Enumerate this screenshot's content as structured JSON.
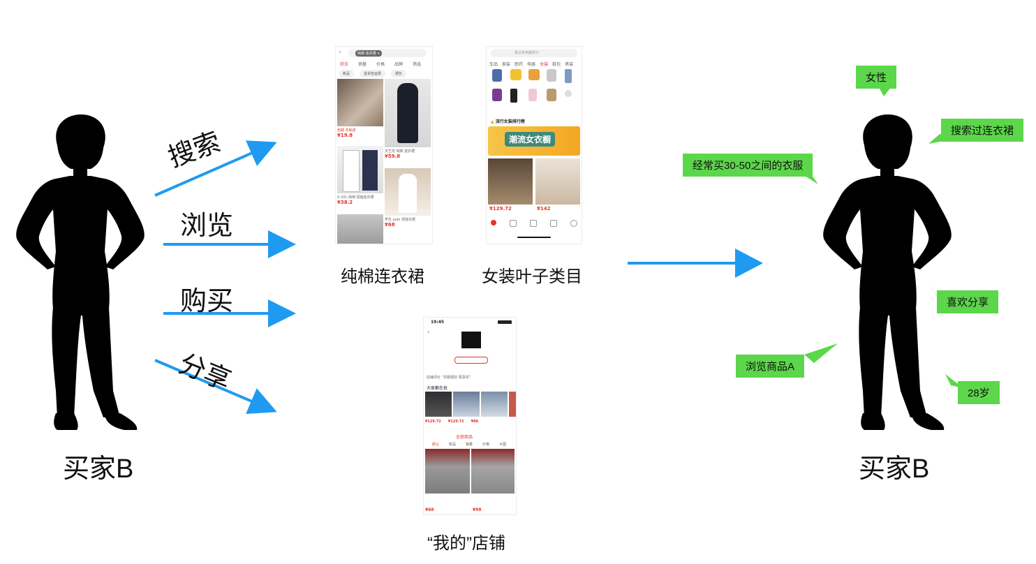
{
  "left_persona": {
    "label": "买家B"
  },
  "right_persona": {
    "label": "买家B"
  },
  "actions": [
    "搜索",
    "浏览",
    "购买",
    "分享"
  ],
  "screens": {
    "search_results": {
      "caption": "纯棉连衣裙",
      "search_chip": "纯棉 连衣裙 ×",
      "filters": [
        "综合",
        "销量",
        "价格",
        "品牌",
        "筛选"
      ],
      "chips": [
        "新品",
        "退货包运费",
        "裙长"
      ],
      "prices": [
        "¥19.8",
        "¥59.8",
        "¥38.2",
        "¥68"
      ]
    },
    "category": {
      "caption": "女装叶子类目",
      "search_placeholder": "笔记本电脑男子",
      "tabs": [
        "车品",
        "家装",
        "医药",
        "电器",
        "女装",
        "鞋包",
        "男装"
      ],
      "ranking_title": "流行女装排行榜",
      "banner_text": "潮流女衣橱",
      "prices": [
        "¥129.72",
        "¥142"
      ]
    },
    "store": {
      "caption": "“我的”店铺",
      "time": "19:45",
      "section_title": "大家都在抢",
      "all_items": "全部商品",
      "tabs": [
        "默认",
        "新品",
        "销量",
        "价格",
        "大图"
      ],
      "prices": [
        "¥129.72",
        "¥129.72",
        "¥88",
        "¥68",
        "¥98"
      ]
    }
  },
  "profile_tags": [
    "女性",
    "搜索过连衣裙",
    "经常买30-50之间的衣服",
    "喜欢分享",
    "浏览商品A",
    "28岁"
  ],
  "colors": {
    "arrow": "#1e9bf0",
    "tag": "#5cd64a",
    "silhouette": "#000000",
    "price": "#e2332b"
  }
}
